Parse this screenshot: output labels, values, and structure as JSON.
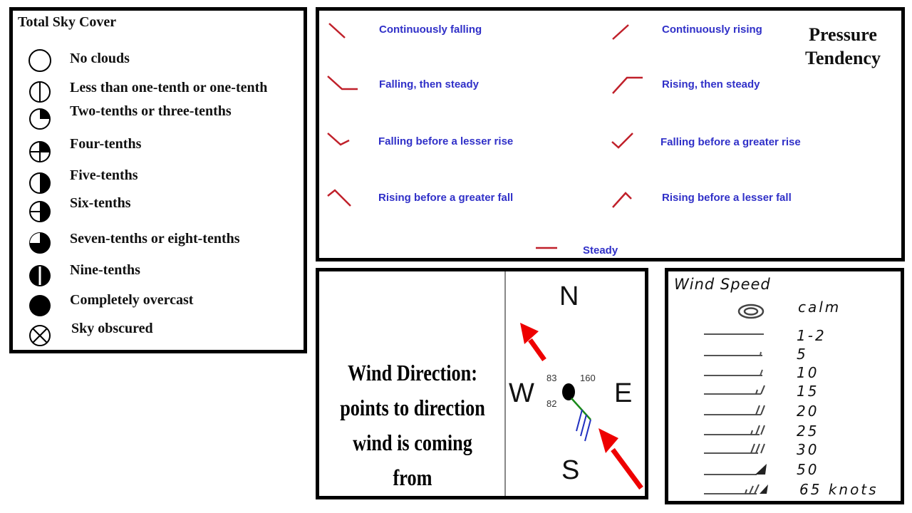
{
  "sky_cover": {
    "title": "Total Sky Cover",
    "items": [
      {
        "icon": "sky-clear-icon",
        "label": "No clouds"
      },
      {
        "icon": "sky-one-tenth-icon",
        "label": "Less than one-tenth or one-tenth"
      },
      {
        "icon": "sky-quarter-icon",
        "label": "Two-tenths or three-tenths"
      },
      {
        "icon": "sky-four-tenths-icon",
        "label": "Four-tenths"
      },
      {
        "icon": "sky-half-icon",
        "label": "Five-tenths"
      },
      {
        "icon": "sky-six-tenths-icon",
        "label": "Six-tenths"
      },
      {
        "icon": "sky-three-quarter-icon",
        "label": "Seven-tenths or eight-tenths"
      },
      {
        "icon": "sky-nine-tenths-icon",
        "label": "Nine-tenths"
      },
      {
        "icon": "sky-overcast-icon",
        "label": "Completely overcast"
      },
      {
        "icon": "sky-obscured-icon",
        "label": "Sky obscured"
      }
    ]
  },
  "pressure_tendency": {
    "title_line1": "Pressure",
    "title_line2": "Tendency",
    "left": [
      {
        "icon": "continuously-falling-icon",
        "label": "Continuously falling"
      },
      {
        "icon": "falling-then-steady-icon",
        "label": "Falling, then steady"
      },
      {
        "icon": "falling-lesser-rise-icon",
        "label": "Falling before a lesser rise"
      },
      {
        "icon": "rising-greater-fall-icon",
        "label": "Rising before a greater fall"
      }
    ],
    "right": [
      {
        "icon": "continuously-rising-icon",
        "label": "Continuously rising"
      },
      {
        "icon": "rising-then-steady-icon",
        "label": "Rising, then steady"
      },
      {
        "icon": "falling-greater-rise-icon",
        "label": "Falling before a greater rise"
      },
      {
        "icon": "rising-lesser-fall-icon",
        "label": "Rising before a lesser fall"
      }
    ],
    "steady": {
      "icon": "steady-icon",
      "label": "Steady"
    },
    "colors": {
      "symbol": "#c0202a",
      "text": "#3030c8"
    }
  },
  "wind_direction": {
    "caption_line1": "Wind Direction:",
    "caption_line2": "points to direction",
    "caption_line3": "wind is coming from",
    "compass": {
      "n": "N",
      "s": "S",
      "e": "E",
      "w": "W"
    },
    "station": {
      "temp": "83",
      "dewpoint": "82",
      "pressure": "160"
    },
    "colors": {
      "arrow": "#ee0000",
      "staff": "#1a8a1a",
      "barbs": "#2030c0"
    }
  },
  "wind_speed": {
    "title": "Wind Speed",
    "items": [
      {
        "icon": "calm-icon",
        "value": "calm"
      },
      {
        "icon": "wind-1-2-icon",
        "value": "1-2"
      },
      {
        "icon": "wind-5-icon",
        "value": "5"
      },
      {
        "icon": "wind-10-icon",
        "value": "10"
      },
      {
        "icon": "wind-15-icon",
        "value": "15"
      },
      {
        "icon": "wind-20-icon",
        "value": "20"
      },
      {
        "icon": "wind-25-icon",
        "value": "25"
      },
      {
        "icon": "wind-30-icon",
        "value": "30"
      },
      {
        "icon": "wind-50-icon",
        "value": "50"
      },
      {
        "icon": "wind-65-icon",
        "value": "65 knots"
      }
    ]
  }
}
